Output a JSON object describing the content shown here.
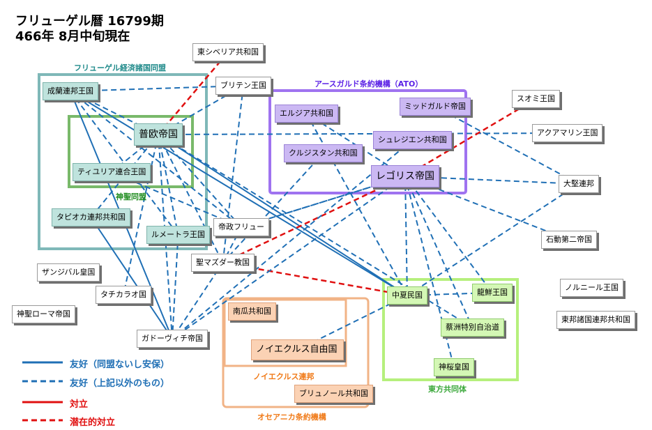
{
  "title": {
    "line1": "フリューゲル暦 16799期",
    "line2": "466年 8月中旬現在"
  },
  "colors": {
    "friendly": "#1f6fb5",
    "conflict": "#e01010",
    "teal_group": "#7fb8b8",
    "alliance_green": "#79b96a",
    "ato_purple": "#9f73f0",
    "east_green": "#b6f07d",
    "orange_group": "#f1b386",
    "teal_label": "#1f8a8a",
    "ato_label": "#5b21e6",
    "green_label": "#1e8c1e",
    "east_label": "#3aa83a",
    "orange_label": "#f07a18"
  },
  "groups": {
    "economic": "フリューゲル経済諸国同盟",
    "holy": "神聖同盟",
    "ato": "アースガルド条約機構（ATO）",
    "east": "東方共同体",
    "noiekurusu": "ノイエクルス連邦",
    "osean": "オセアニカ条約機構"
  },
  "nations": {
    "seiran": "成蘭連邦王国",
    "fuou": "普欧帝国",
    "tiyurria": "ティユリア連合王国",
    "tapioca": "タピオカ連邦共和国",
    "lumetora": "ルメートラ王国",
    "higashisiberia": "東シベリア共和国",
    "briten": "ブリテン王国",
    "teiseifuryu": "帝政フリュー",
    "mazda": "聖マズダー教国",
    "zanzibar": "ザンジバル皇国",
    "tachikarao": "タチカラオ国",
    "holyrome": "神聖ローマ帝国",
    "gadovich": "ガドーヴィチ帝国",
    "eljia": "エルジア共和国",
    "midgard": "ミッドガルド帝国",
    "silesia": "シュレジエン共和国",
    "kurujistan": "クルジスタン共和国",
    "regoris": "レゴリス帝国",
    "suomi": "スオミ王国",
    "aquamarine": "アクアマリン王国",
    "taiken": "大堅連邦",
    "ishidou": "石動第二帝国",
    "norneel": "ノルニール王国",
    "touhou": "東邦諸国連邦共和国",
    "chuuka": "中夏民国",
    "ryusen": "龍鮮王国",
    "saishu": "蔡洲特別自治道",
    "shinou": "神桜皇国",
    "nanka": "南瓜共和国",
    "noiekurusu": "ノイエクルス自由国",
    "buryunol": "ブリュノール共和国"
  },
  "legend": {
    "friendly_solid": "友好（同盟ないし安保）",
    "friendly_dashed": "友好（上記以外のもの）",
    "conflict": "対立",
    "latent_conflict": "潜在的対立"
  },
  "relations": [
    {
      "a": "seiran",
      "b": "fuou",
      "type": "friendly_dashed"
    },
    {
      "a": "seiran",
      "b": "lumetora",
      "type": "friendly_dashed"
    },
    {
      "a": "seiran",
      "b": "teiseifuryu",
      "type": "friendly_dashed"
    },
    {
      "a": "seiran",
      "b": "gadovich",
      "type": "friendly_solid"
    },
    {
      "a": "seiran",
      "b": "chuuka",
      "type": "friendly_solid"
    },
    {
      "a": "fuou",
      "b": "briten",
      "type": "friendly_dashed"
    },
    {
      "a": "fuou",
      "b": "aquamarine",
      "type": "friendly_dashed"
    },
    {
      "a": "fuou",
      "b": "tiyurria",
      "type": "friendly_dashed"
    },
    {
      "a": "fuou",
      "b": "tapioca",
      "type": "friendly_dashed"
    },
    {
      "a": "fuou",
      "b": "lumetora",
      "type": "friendly_dashed"
    },
    {
      "a": "fuou",
      "b": "teiseifuryu",
      "type": "friendly_dashed"
    },
    {
      "a": "fuou",
      "b": "mazda",
      "type": "friendly_dashed"
    },
    {
      "a": "fuou",
      "b": "tachikarao",
      "type": "friendly_dashed"
    },
    {
      "a": "fuou",
      "b": "gadovich",
      "type": "friendly_dashed"
    },
    {
      "a": "fuou",
      "b": "chuuka",
      "type": "friendly_solid"
    },
    {
      "a": "fuou",
      "b": "saishu",
      "type": "friendly_dashed"
    },
    {
      "a": "fuou",
      "b": "higashisiberia",
      "type": "conflict_dashed"
    },
    {
      "a": "tiyurria",
      "b": "teiseifuryu",
      "type": "friendly_dashed"
    },
    {
      "a": "tapioca",
      "b": "gadovich",
      "type": "friendly_solid"
    },
    {
      "a": "lumetora",
      "b": "teiseifuryu",
      "type": "friendly_dashed"
    },
    {
      "a": "lumetora",
      "b": "gadovich",
      "type": "friendly_dashed"
    },
    {
      "a": "briten",
      "b": "seiran",
      "type": "friendly_dashed"
    },
    {
      "a": "briten",
      "b": "mazda",
      "type": "friendly_dashed"
    },
    {
      "a": "teiseifuryu",
      "b": "mazda",
      "type": "friendly_dashed"
    },
    {
      "a": "teiseifuryu",
      "b": "regoris",
      "type": "friendly_dashed"
    },
    {
      "a": "mazda",
      "b": "regoris",
      "type": "conflict_dashed"
    },
    {
      "a": "mazda",
      "b": "chuuka",
      "type": "conflict_dashed"
    },
    {
      "a": "mazda",
      "b": "gadovich",
      "type": "friendly_dashed"
    },
    {
      "a": "mazda",
      "b": "kurujistan",
      "type": "friendly_dashed"
    },
    {
      "a": "eljia",
      "b": "regoris",
      "type": "friendly_dashed"
    },
    {
      "a": "eljia",
      "b": "chuuka",
      "type": "friendly_dashed"
    },
    {
      "a": "midgard",
      "b": "taiken",
      "type": "friendly_dashed"
    },
    {
      "a": "regoris",
      "b": "suomi",
      "type": "conflict_dashed"
    },
    {
      "a": "regoris",
      "b": "taiken",
      "type": "friendly_dashed"
    },
    {
      "a": "regoris",
      "b": "ishidou",
      "type": "friendly_dashed"
    },
    {
      "a": "regoris",
      "b": "chuuka",
      "type": "friendly_dashed"
    },
    {
      "a": "regoris",
      "b": "ryusen",
      "type": "friendly_dashed"
    },
    {
      "a": "regoris",
      "b": "saishu",
      "type": "friendly_dashed"
    },
    {
      "a": "regoris",
      "b": "shinou",
      "type": "friendly_dashed"
    },
    {
      "a": "regoris",
      "b": "gadovich",
      "type": "friendly_dashed"
    },
    {
      "a": "regoris",
      "b": "teiseifuryu",
      "type": "friendly_dashed"
    },
    {
      "a": "silesia",
      "b": "gadovich",
      "type": "friendly_dashed"
    },
    {
      "a": "taiken",
      "b": "chuuka",
      "type": "friendly_dashed"
    },
    {
      "a": "chuuka",
      "b": "noiekurusu",
      "type": "friendly_dashed"
    },
    {
      "a": "chuuka",
      "b": "ryusen",
      "type": "friendly_dashed"
    }
  ]
}
